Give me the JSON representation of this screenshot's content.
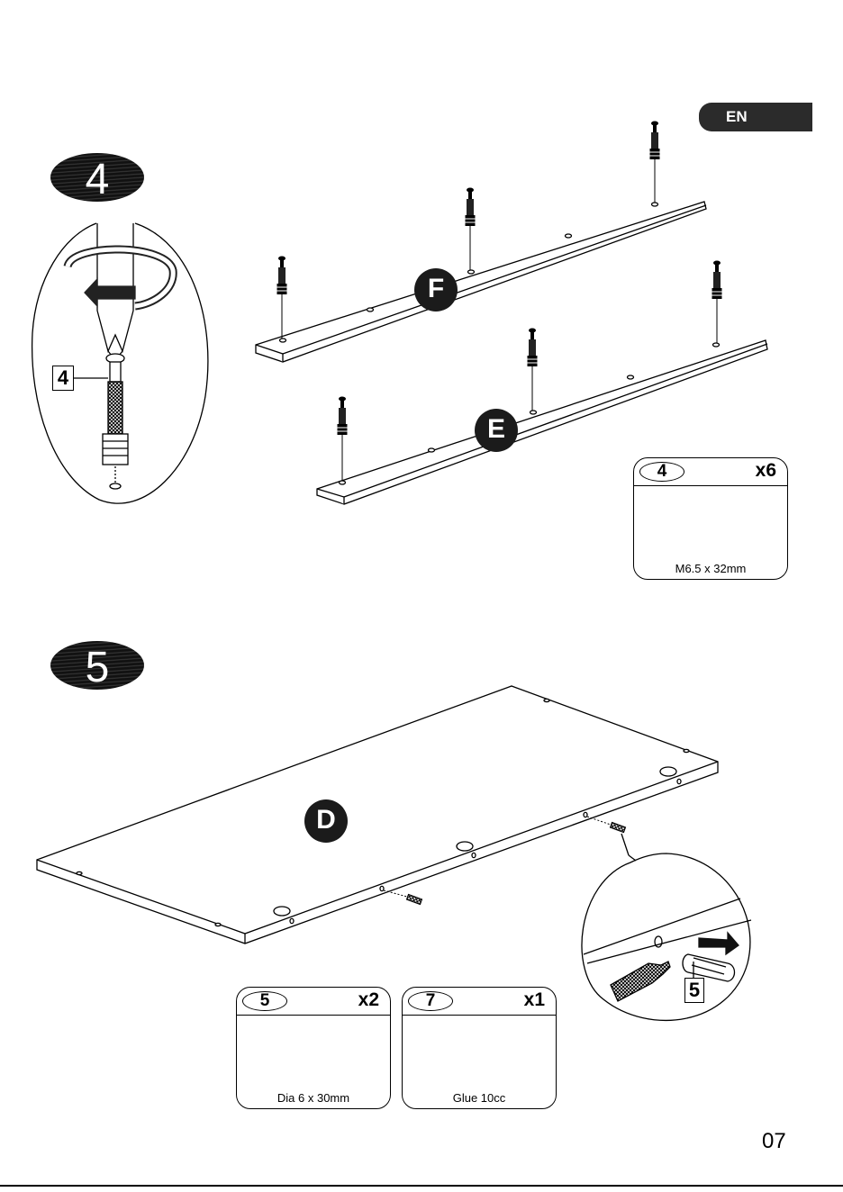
{
  "language_tab": "EN",
  "steps": [
    {
      "number": "4"
    },
    {
      "number": "5"
    }
  ],
  "part_labels": {
    "F": "F",
    "E": "E",
    "D": "D"
  },
  "detail_labels": {
    "step4_part": "4",
    "step5_part": "5"
  },
  "hardware": [
    {
      "id": "4",
      "qty": "x6",
      "spec": "M6.5 x 32mm"
    },
    {
      "id": "5",
      "qty": "x2",
      "spec": "Dia 6 x 30mm"
    },
    {
      "id": "7",
      "qty": "x1",
      "spec": "Glue 10cc"
    }
  ],
  "page_number": "07",
  "icons": [
    "cam-bolt-icon",
    "dowel-icon",
    "glue-tube-icon",
    "screwdriver-icon",
    "rotate-arrow-icon"
  ]
}
